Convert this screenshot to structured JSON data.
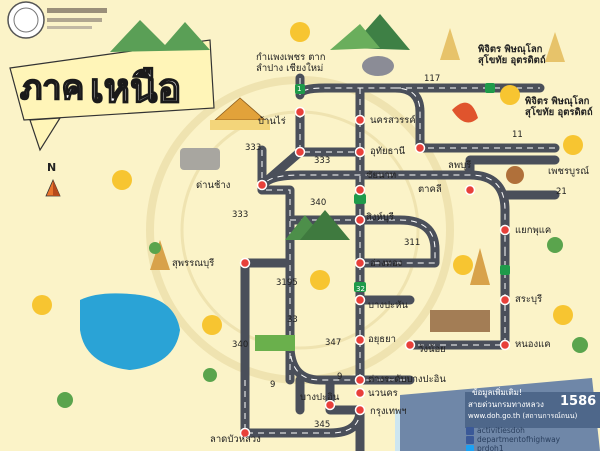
{
  "title": {
    "line1": "ภาค",
    "line2": "เหนือ"
  },
  "compass": {
    "label": "N"
  },
  "places": {
    "kamphaeng": "กำแพงเพชร ตาก\nลำปาง เชียงใหม่",
    "phichit1": "พิจิตร พิษณุโลก\nสุโขทัย อุตรดิตถ์",
    "phichit2": "พิจิตร พิษณุโลก\nสุโขทัย อุตรดิตถ์",
    "ban_rai": "บ้านไร่",
    "nakhon_sawan": "นครสวรรค์",
    "uthai_thani": "อุทัยธานี",
    "dan_chang": "ด่านช้าง",
    "chai_nat": "ชัยนาท",
    "sing_buri": "สิงห์บุรี",
    "ta_khli": "ตาคลี",
    "lop_buri": "ลพบุรี",
    "phetchabun": "เพชรบูรณ์",
    "suphan_buri": "สุพรรณบุรี",
    "ang_thong": "อ่างทอง",
    "phu_khae": "แยกพุแค",
    "bang_pahan": "บางปะหัน",
    "saraburi": "สระบุรี",
    "ayutthaya": "อยุธยา",
    "wang_noi": "วังน้อย",
    "nong_khae": "หนองแค",
    "bang_pa_in_interchange": "ต่างระดับบางปะอิน",
    "bang_pa_in": "บางปะอิน",
    "nava_nakorn": "นวนคร",
    "bangkok": "กรุงเทพฯ",
    "lat_bua_luang": "ลาดบัวหลวง"
  },
  "route_numbers": {
    "r117": "117",
    "r11": "11",
    "r21": "21",
    "r333a": "333",
    "r333b": "333",
    "r333c": "333",
    "r340a": "340",
    "r340b": "340",
    "r311": "311",
    "r3195": "3195",
    "r33": "33",
    "r347": "347",
    "r9a": "9",
    "r9b": "9",
    "r345": "345",
    "r32": "32",
    "r1": "1"
  },
  "contact": {
    "heading": "ข้อมูลเพิ่มเติม!",
    "hotline_label": "สายด่วนกรมทางหลวง",
    "hotline": "1586",
    "website": "www.doh.go.th (สถานการณ์ถนน)",
    "facebook1": "activitiesdoh",
    "facebook2": "departmentofhighway",
    "twitter": "prdoh1"
  },
  "colors": {
    "background": "#fbf3c8",
    "road": "#4a4f5a",
    "road_stripe": "#ffffff",
    "node": "#e8403a",
    "contact_panel": "#6f87a8",
    "shield": "#1f9a4a"
  }
}
